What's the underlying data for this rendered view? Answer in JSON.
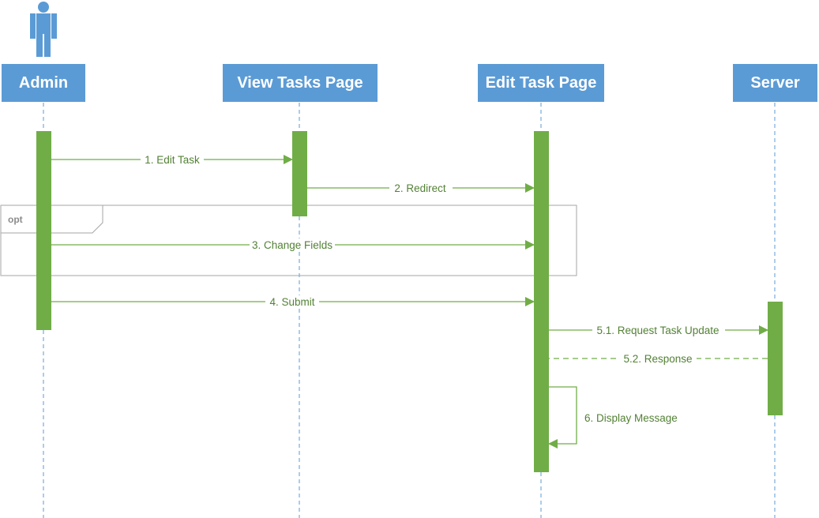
{
  "actor": {
    "icon": "person-icon",
    "color": "#5b9bd5"
  },
  "lifelines": [
    {
      "id": "admin",
      "label": "Admin"
    },
    {
      "id": "view-tasks-page",
      "label": "View Tasks Page"
    },
    {
      "id": "edit-task-page",
      "label": "Edit Task Page"
    },
    {
      "id": "server",
      "label": "Server"
    }
  ],
  "fragment": {
    "label": "opt"
  },
  "messages": [
    {
      "from": "admin",
      "to": "view-tasks-page",
      "label": "1. Edit Task",
      "style": "sync"
    },
    {
      "from": "view-tasks-page",
      "to": "edit-task-page",
      "label": "2. Redirect",
      "style": "sync"
    },
    {
      "from": "admin",
      "to": "edit-task-page",
      "label": "3. Change Fields",
      "style": "sync"
    },
    {
      "from": "admin",
      "to": "edit-task-page",
      "label": "4. Submit",
      "style": "sync"
    },
    {
      "from": "edit-task-page",
      "to": "server",
      "label": "5.1. Request Task Update",
      "style": "sync"
    },
    {
      "from": "server",
      "to": "edit-task-page",
      "label": "5.2. Response",
      "style": "return"
    },
    {
      "from": "edit-task-page",
      "to": "edit-task-page",
      "label": "6. Display Message",
      "style": "self"
    }
  ],
  "colors": {
    "header": "#5b9bd5",
    "lifeline": "#5b9bd5",
    "activation": "#70ad47",
    "message": "#70ad47",
    "text": "#538135",
    "fragment": "#a6a6a6"
  }
}
